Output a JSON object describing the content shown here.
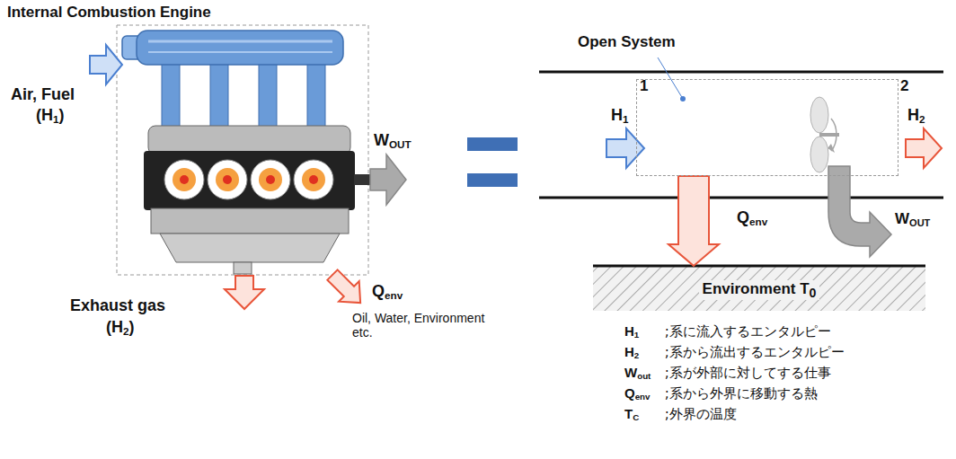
{
  "diagram": {
    "title": "Internal Combustion Engine",
    "nodes": [
      {
        "text": [
          "Open System"
        ]
      },
      {
        "text": [
          "Environment T0"
        ]
      }
    ],
    "edges": [
      {
        "from": 0,
        "to": 1,
        "arrow": "to",
        "label": "Qenv"
      }
    ],
    "labels": [
      "Air, Fuel",
      "(H1)",
      "WOUT",
      "Exhaust gas",
      "(H2)",
      "Qenv",
      "Oil, Water, Environment etc.",
      "1",
      "2",
      "H1",
      "H2",
      "WOUT",
      "H1 ;系に流入するエンタルピー",
      "H2 ;系から流出するエンタルピー",
      "Wout ;系が外部に対してする仕事",
      "Qenv ;系から外界に移動する熱",
      "TC ;外界の温度"
    ]
  }
}
